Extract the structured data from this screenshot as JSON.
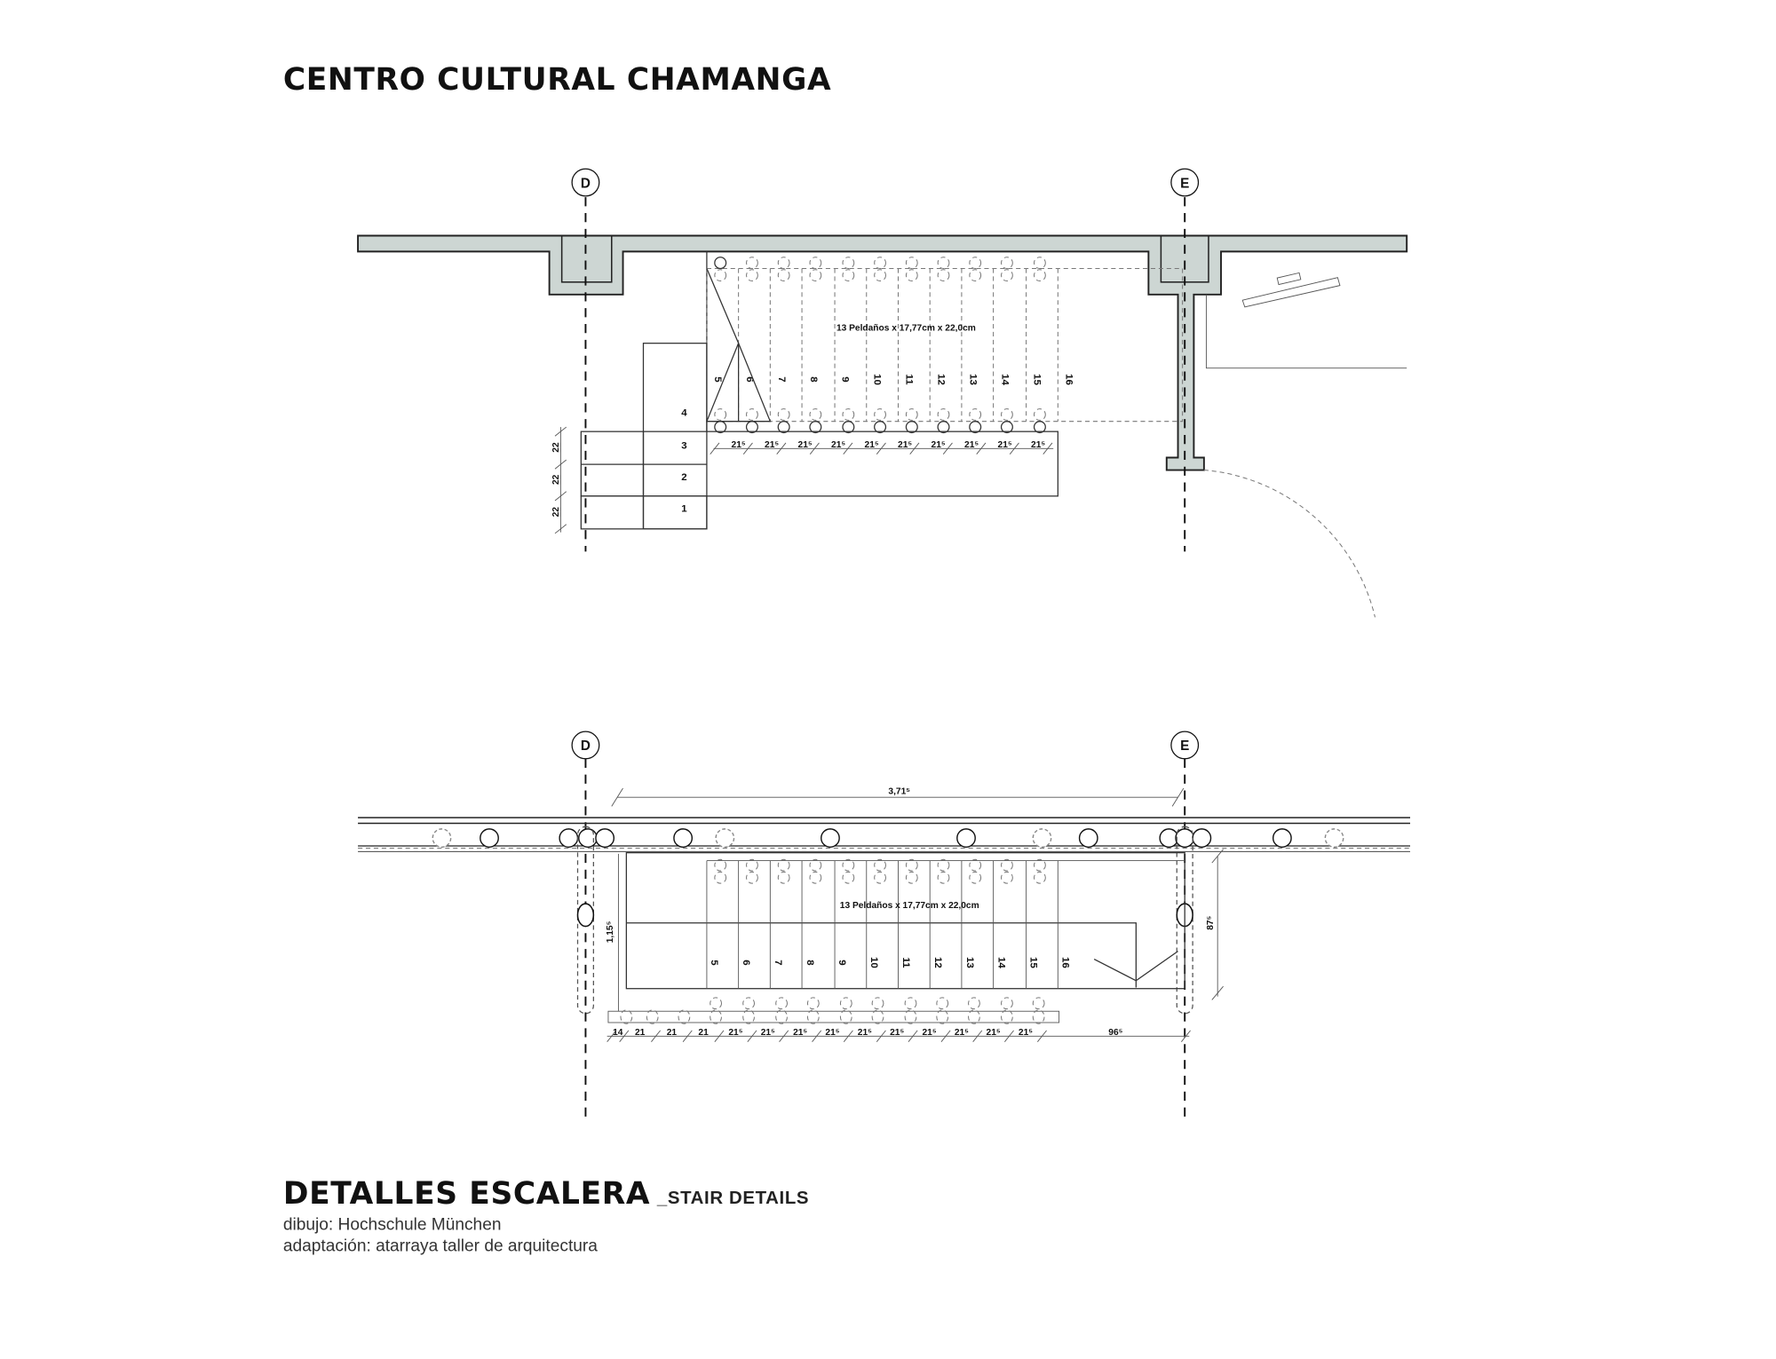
{
  "title": "CENTRO CULTURAL CHAMANGA",
  "footer": {
    "heading": "DETALLES ESCALERA",
    "subheading": "_STAIR DETAILS",
    "credit_drawing": "dibujo: Hochschule München",
    "credit_adaptation": "adaptación: atarraya taller de arquitectura"
  },
  "grid_axes": [
    "D",
    "E"
  ],
  "plan_top": {
    "stair_note": "13 Peldaños x 17,77cm x 22,0cm",
    "landing_steps": [
      "4",
      "3",
      "2",
      "1"
    ],
    "run_steps": [
      "5",
      "6",
      "7",
      "8",
      "9",
      "10",
      "11",
      "12",
      "13",
      "14",
      "15",
      "16"
    ],
    "left_dims": [
      "22",
      "22",
      "22"
    ],
    "tread_dims": [
      "21⁵",
      "21⁵",
      "21⁵",
      "21⁵",
      "21⁵",
      "21⁵",
      "21⁵",
      "21⁵",
      "21⁵",
      "21⁵"
    ]
  },
  "plan_bottom": {
    "overall_dim": "3,71⁵",
    "stair_note": "13 Peldaños x 17,77cm x 22,0cm",
    "run_steps": [
      "5",
      "6",
      "7",
      "8",
      "9",
      "10",
      "11",
      "12",
      "13",
      "14",
      "15",
      "16"
    ],
    "left_dim": "1,15⁵",
    "right_dim": "87⁵",
    "bottom_dims": [
      "14",
      "21",
      "21",
      "21",
      "21⁵",
      "21⁵",
      "21⁵",
      "21⁵",
      "21⁵",
      "21⁵",
      "21⁵",
      "21⁵",
      "21⁵",
      "21⁵"
    ],
    "end_dim": "96⁵"
  }
}
